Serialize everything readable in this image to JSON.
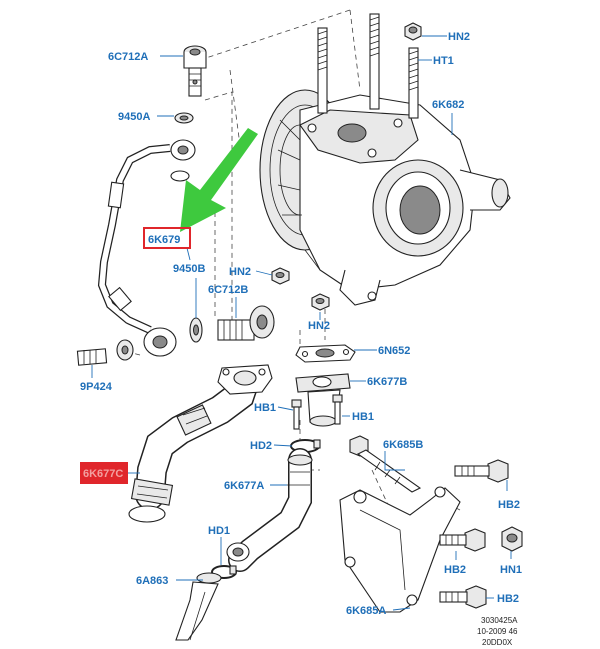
{
  "diagram": {
    "callouts": {
      "c6C712A": "6C712A",
      "c9450A": "9450A",
      "c6K679": "6K679",
      "c9450B": "9450B",
      "c6C712B": "6C712B",
      "cHN2_top": "HN2",
      "cHT1": "HT1",
      "c6K682": "6K682",
      "cHN2_left": "HN2",
      "cHN2_mid": "HN2",
      "c6N652": "6N652",
      "c6K677B": "6K677B",
      "cHB1_left": "HB1",
      "cHB1_right": "HB1",
      "cHD2": "HD2",
      "c6K685B": "6K685B",
      "c9P424": "9P424",
      "c6K677C": "6K677C",
      "c6K677A": "6K677A",
      "cHB2_right": "HB2",
      "cHD1": "HD1",
      "cHN1": "HN1",
      "cHB2_mid": "HB2",
      "c6A863": "6A863",
      "cHB2_low": "HB2",
      "c6K685A": "6K685A"
    },
    "reference": {
      "line1": "3030425A",
      "line2": "10-2009 46",
      "line3": "20DD0X"
    },
    "colors": {
      "callout_text": "#1f6fb8",
      "highlight_box_border": "#e0262b",
      "highlight_fill": "#e0262b",
      "arrow": "#3ec93e"
    },
    "highlighted_parts": [
      "6K679",
      "6K677C"
    ]
  }
}
